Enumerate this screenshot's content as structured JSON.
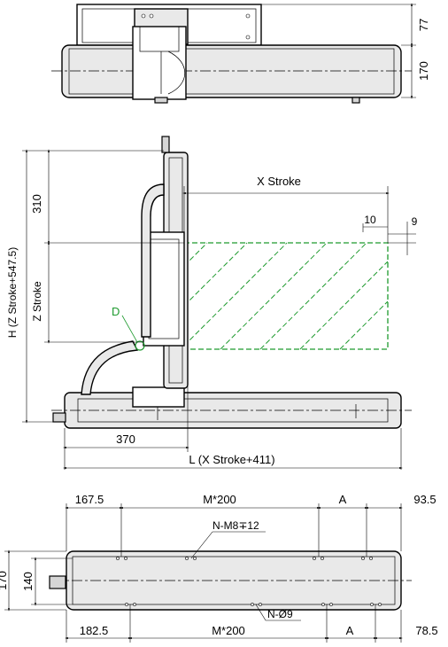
{
  "top_view": {
    "dim_77": "77",
    "dim_170": "170"
  },
  "side_view": {
    "x_stroke": "X Stroke",
    "dim_10": "10",
    "dim_9": "9",
    "dim_310": "310",
    "z_stroke": "Z Stroke",
    "h_label": "H (Z Stroke+547.5)",
    "detail_d": "D",
    "dim_370": "370",
    "l_label": "L (X Stroke+411)"
  },
  "bottom_view": {
    "dim_167_5": "167.5",
    "m200_top": "M*200",
    "a_top": "A",
    "dim_93_5": "93.5",
    "nm8": "N-M8∓12",
    "dim_170": "170",
    "dim_140": "140",
    "n_phi9": "N-Ø9",
    "dim_182_5": "182.5",
    "m200_bottom": "M*200",
    "a_bottom": "A",
    "dim_78_5": "78.5"
  },
  "colors": {
    "line": "#000000",
    "stroke_area": "#1e9a2e",
    "body_fill": "#e9e9e9"
  }
}
